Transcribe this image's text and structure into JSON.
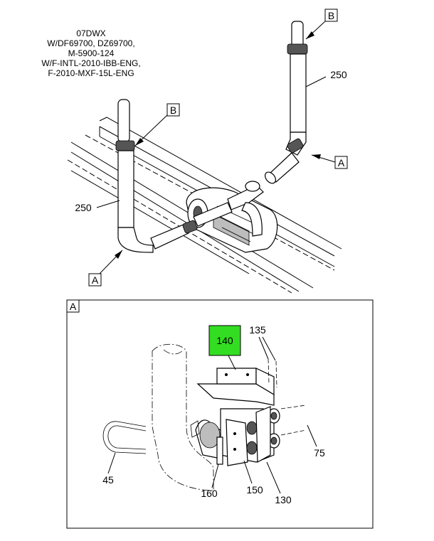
{
  "model_note": [
    "07DWX",
    "W/DF69700, DZ69700,",
    "M-5900-124",
    "W/F-INTL-2010-IBB-ENG,",
    "F-2010-MXF-15L-ENG"
  ],
  "callouts": {
    "ref_b_top": "B",
    "ref_b_left": "B",
    "ref_a_right": "A",
    "ref_a_left": "A",
    "part_250_right": "250",
    "part_250_left": "250"
  },
  "detail": {
    "tag": "A",
    "highlight_color": "#33dd22",
    "parts": {
      "p140": "140",
      "p135": "135",
      "p45": "45",
      "p75": "75",
      "p160": "160",
      "p150": "150",
      "p130": "130"
    }
  }
}
